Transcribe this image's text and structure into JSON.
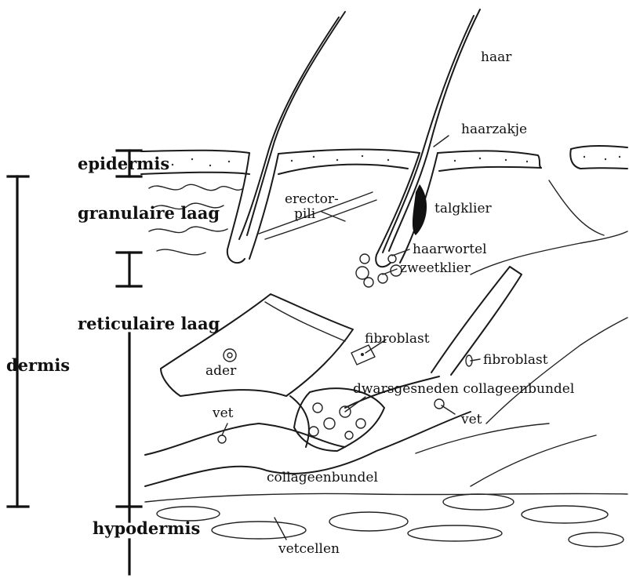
{
  "labels": {
    "haar": "haar",
    "haarzakje": "haarzakje",
    "epidermis": "epidermis",
    "erector_pili_1": "erector-",
    "erector_pili_2": "pili",
    "talgklier": "talgklier",
    "granulaire_laag": "granulaire laag",
    "haarwortel": "haarwortel",
    "zweetklier": "zweetklier",
    "reticulaire_laag": "reticulaire laag",
    "fibroblast_center": "fibroblast",
    "fibroblast_right": "fibroblast",
    "dermis": "dermis",
    "ader": "ader",
    "dwarsgesneden_collageenbundel": "dwarsgesneden collageenbundel",
    "vet_left": "vet",
    "vet_right": "vet",
    "collageenbundel": "collageenbundel",
    "hypodermis": "hypodermis",
    "vetcellen": "vetcellen"
  }
}
